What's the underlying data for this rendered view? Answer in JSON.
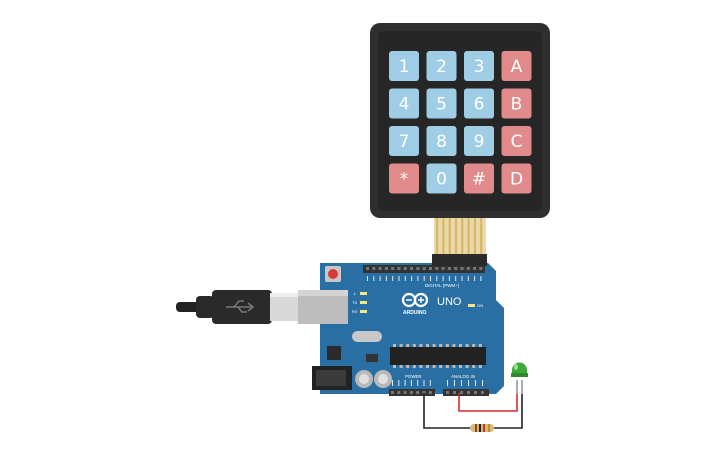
{
  "keypad": {
    "rows": [
      [
        {
          "label": "1",
          "kind": "num"
        },
        {
          "label": "2",
          "kind": "num"
        },
        {
          "label": "3",
          "kind": "num"
        },
        {
          "label": "A",
          "kind": "fn"
        }
      ],
      [
        {
          "label": "4",
          "kind": "num"
        },
        {
          "label": "5",
          "kind": "num"
        },
        {
          "label": "6",
          "kind": "num"
        },
        {
          "label": "B",
          "kind": "fn"
        }
      ],
      [
        {
          "label": "7",
          "kind": "num"
        },
        {
          "label": "8",
          "kind": "num"
        },
        {
          "label": "9",
          "kind": "num"
        },
        {
          "label": "C",
          "kind": "fn"
        }
      ],
      [
        {
          "label": "*",
          "kind": "fn"
        },
        {
          "label": "0",
          "kind": "num"
        },
        {
          "label": "#",
          "kind": "fn"
        },
        {
          "label": "D",
          "kind": "fn"
        }
      ]
    ],
    "colors": {
      "body": "#2f2f2f",
      "num": "#9fcde6",
      "fn": "#e08a8c",
      "ribbon": "#d9b76a"
    }
  },
  "arduino": {
    "brand": "ARDUINO",
    "model": "UNO",
    "digital_label": "DIGITAL (PWM~)",
    "power_label": "POWER",
    "analog_label": "ANALOG IN",
    "on_label": "ON",
    "led_labels": [
      "L",
      "TX",
      "RX"
    ],
    "colors": {
      "board": "#2a6fa3",
      "header": "#333333"
    }
  },
  "components": {
    "usb_icon": "usb-icon",
    "led_color": "#3ea83a",
    "resistor_color": "#d7b77a",
    "wire_red": "#d02b2b",
    "wire_black": "#222222"
  }
}
